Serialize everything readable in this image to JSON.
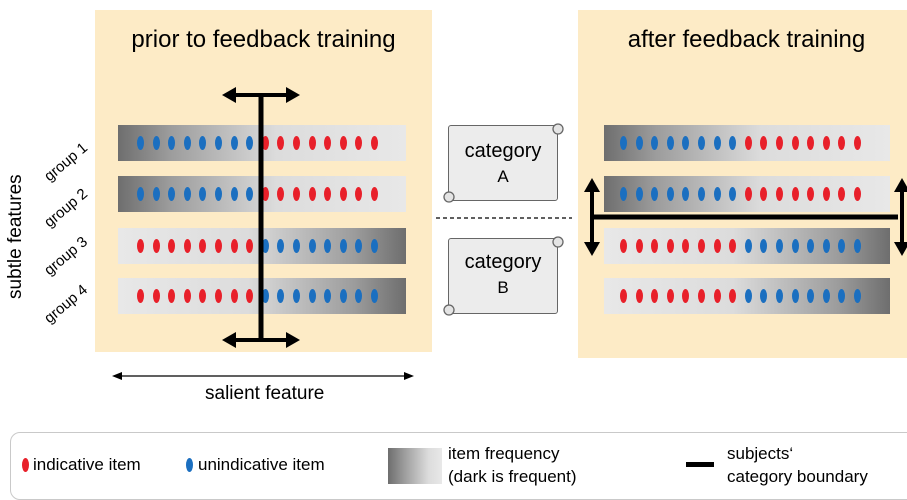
{
  "panels": {
    "left_title": "prior to feedback training",
    "right_title": "after feedback training"
  },
  "groups": [
    "group 1",
    "group 2",
    "group 3",
    "group 4"
  ],
  "rows": [
    {
      "gradient": "dark-left",
      "dots": [
        "blue",
        "blue",
        "blue",
        "blue",
        "blue",
        "blue",
        "blue",
        "blue",
        "red",
        "red",
        "red",
        "red",
        "red",
        "red",
        "red",
        "red"
      ]
    },
    {
      "gradient": "dark-left",
      "dots": [
        "blue",
        "blue",
        "blue",
        "blue",
        "blue",
        "blue",
        "blue",
        "blue",
        "red",
        "red",
        "red",
        "red",
        "red",
        "red",
        "red",
        "red"
      ]
    },
    {
      "gradient": "dark-right",
      "dots": [
        "red",
        "red",
        "red",
        "red",
        "red",
        "red",
        "red",
        "red",
        "blue",
        "blue",
        "blue",
        "blue",
        "blue",
        "blue",
        "blue",
        "blue"
      ]
    },
    {
      "gradient": "dark-right",
      "dots": [
        "red",
        "red",
        "red",
        "red",
        "red",
        "red",
        "red",
        "red",
        "blue",
        "blue",
        "blue",
        "blue",
        "blue",
        "blue",
        "blue",
        "blue"
      ]
    }
  ],
  "axes": {
    "y_label": "subtle features",
    "x_label": "salient feature"
  },
  "categories": {
    "a_line1": "category",
    "a_line2": "A",
    "b_line1": "category",
    "b_line2": "B"
  },
  "legend": {
    "indicative": "indicative item",
    "unindicative": "unindicative item",
    "freq_line1": "item frequency",
    "freq_line2": "(dark is frequent)",
    "boundary_line1": "subjects‘",
    "boundary_line2": "category boundary"
  },
  "colors": {
    "panel_bg": "#fdebc6",
    "indicative_red": "#e8202a",
    "unindicative_blue": "#1b6fc0"
  }
}
